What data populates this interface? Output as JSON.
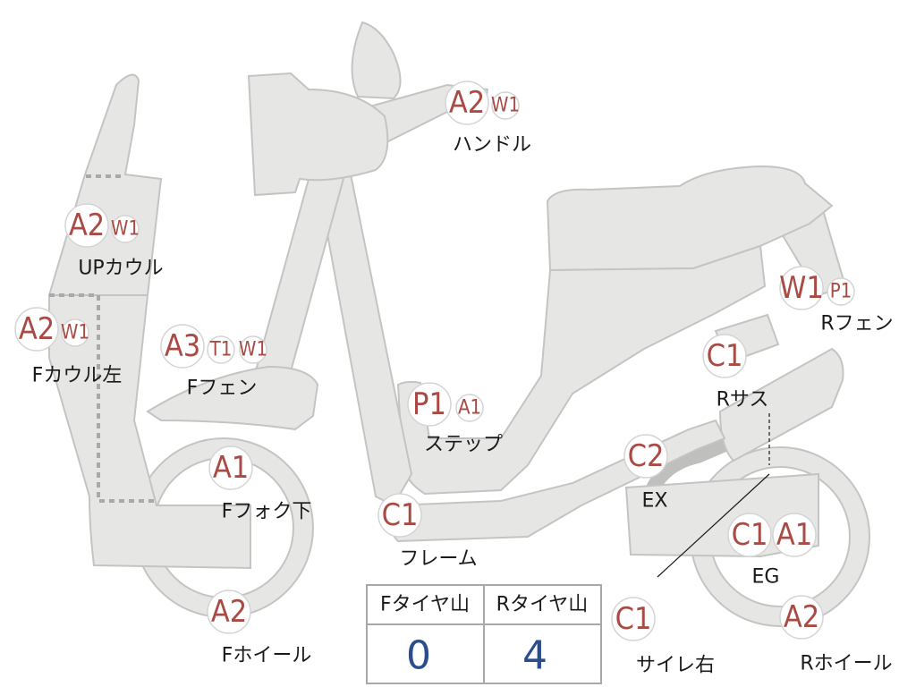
{
  "colors": {
    "part_fill": "#e6e6e4",
    "code_text": "#a94a45",
    "value_text": "#2a4d8c"
  },
  "labels": {
    "handle": "ハンドル",
    "up_cowl": "UPカウル",
    "f_cowl_left": "Fカウル左",
    "f_fender": "Fフェン",
    "step": "ステップ",
    "f_fork_lower": "Fフォク下",
    "frame": "フレーム",
    "f_wheel": "Fホイール",
    "r_fender": "Rフェン",
    "r_sus": "Rサス",
    "ex": "EX",
    "eg": "EG",
    "silencer_right": "サイレ右",
    "r_wheel": "Rホイール"
  },
  "codes": {
    "handle": [
      "A2",
      "W1"
    ],
    "up_cowl": [
      "A2",
      "W1"
    ],
    "f_cowl_left": [
      "A2",
      "W1"
    ],
    "f_fender": [
      "A3",
      "T1",
      "W1"
    ],
    "step": [
      "P1",
      "A1"
    ],
    "f_fork_lower": [
      "A1"
    ],
    "frame": [
      "C1"
    ],
    "f_wheel": [
      "A2"
    ],
    "r_fender": [
      "W1",
      "P1"
    ],
    "r_sus": [
      "C1"
    ],
    "ex": [
      "C2"
    ],
    "eg": [
      "C1",
      "A1"
    ],
    "silencer_right": [
      "C1"
    ],
    "r_wheel": [
      "A2"
    ]
  },
  "tire_table": {
    "headers": [
      "Fタイヤ山",
      "Rタイヤ山"
    ],
    "values": [
      "0",
      "4"
    ]
  }
}
